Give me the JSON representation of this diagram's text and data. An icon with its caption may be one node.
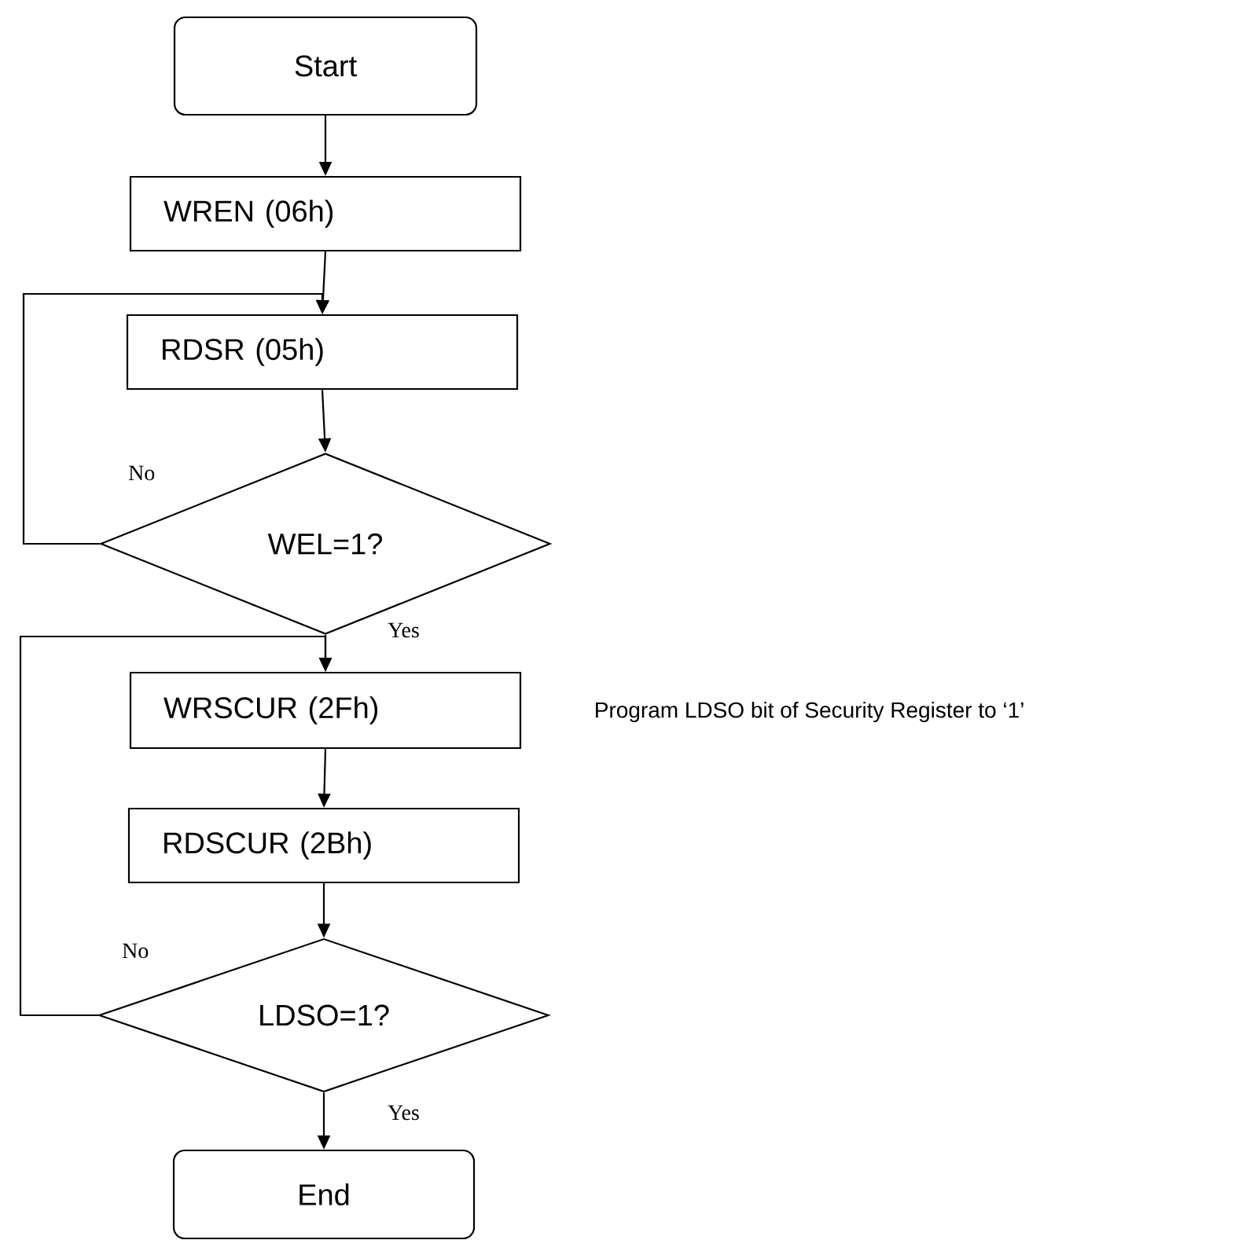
{
  "diagram": {
    "nodes": [
      {
        "text": [
          "Start"
        ]
      },
      {
        "text": [
          "WREN (06h)"
        ]
      },
      {
        "text": [
          "RDSR (05h)"
        ]
      },
      {
        "text": [
          "WEL=1?"
        ]
      },
      {
        "text": [
          "WRSCUR (2Fh)"
        ],
        "beside": [
          "Program LDSO bit of Security Register to ‘1’"
        ]
      },
      {
        "text": [
          "RDSCUR (2Bh)"
        ]
      },
      {
        "text": [
          "LDSO=1?"
        ]
      },
      {
        "text": [
          "End"
        ]
      }
    ],
    "edges": [
      {
        "from": 0,
        "to": 1,
        "arrow": "to"
      },
      {
        "from": 1,
        "to": 2,
        "arrow": "to"
      },
      {
        "from": 2,
        "to": 3,
        "arrow": "to"
      },
      {
        "from": 3,
        "to": 2,
        "arrow": "to",
        "label": "No"
      },
      {
        "from": 3,
        "to": 4,
        "arrow": "to",
        "label": "Yes"
      },
      {
        "from": 4,
        "to": 5,
        "arrow": "to"
      },
      {
        "from": 5,
        "to": 6,
        "arrow": "to"
      },
      {
        "from": 6,
        "to": 4,
        "arrow": "to",
        "label": "No"
      },
      {
        "from": 6,
        "to": 7,
        "arrow": "to",
        "label": "Yes"
      }
    ]
  }
}
